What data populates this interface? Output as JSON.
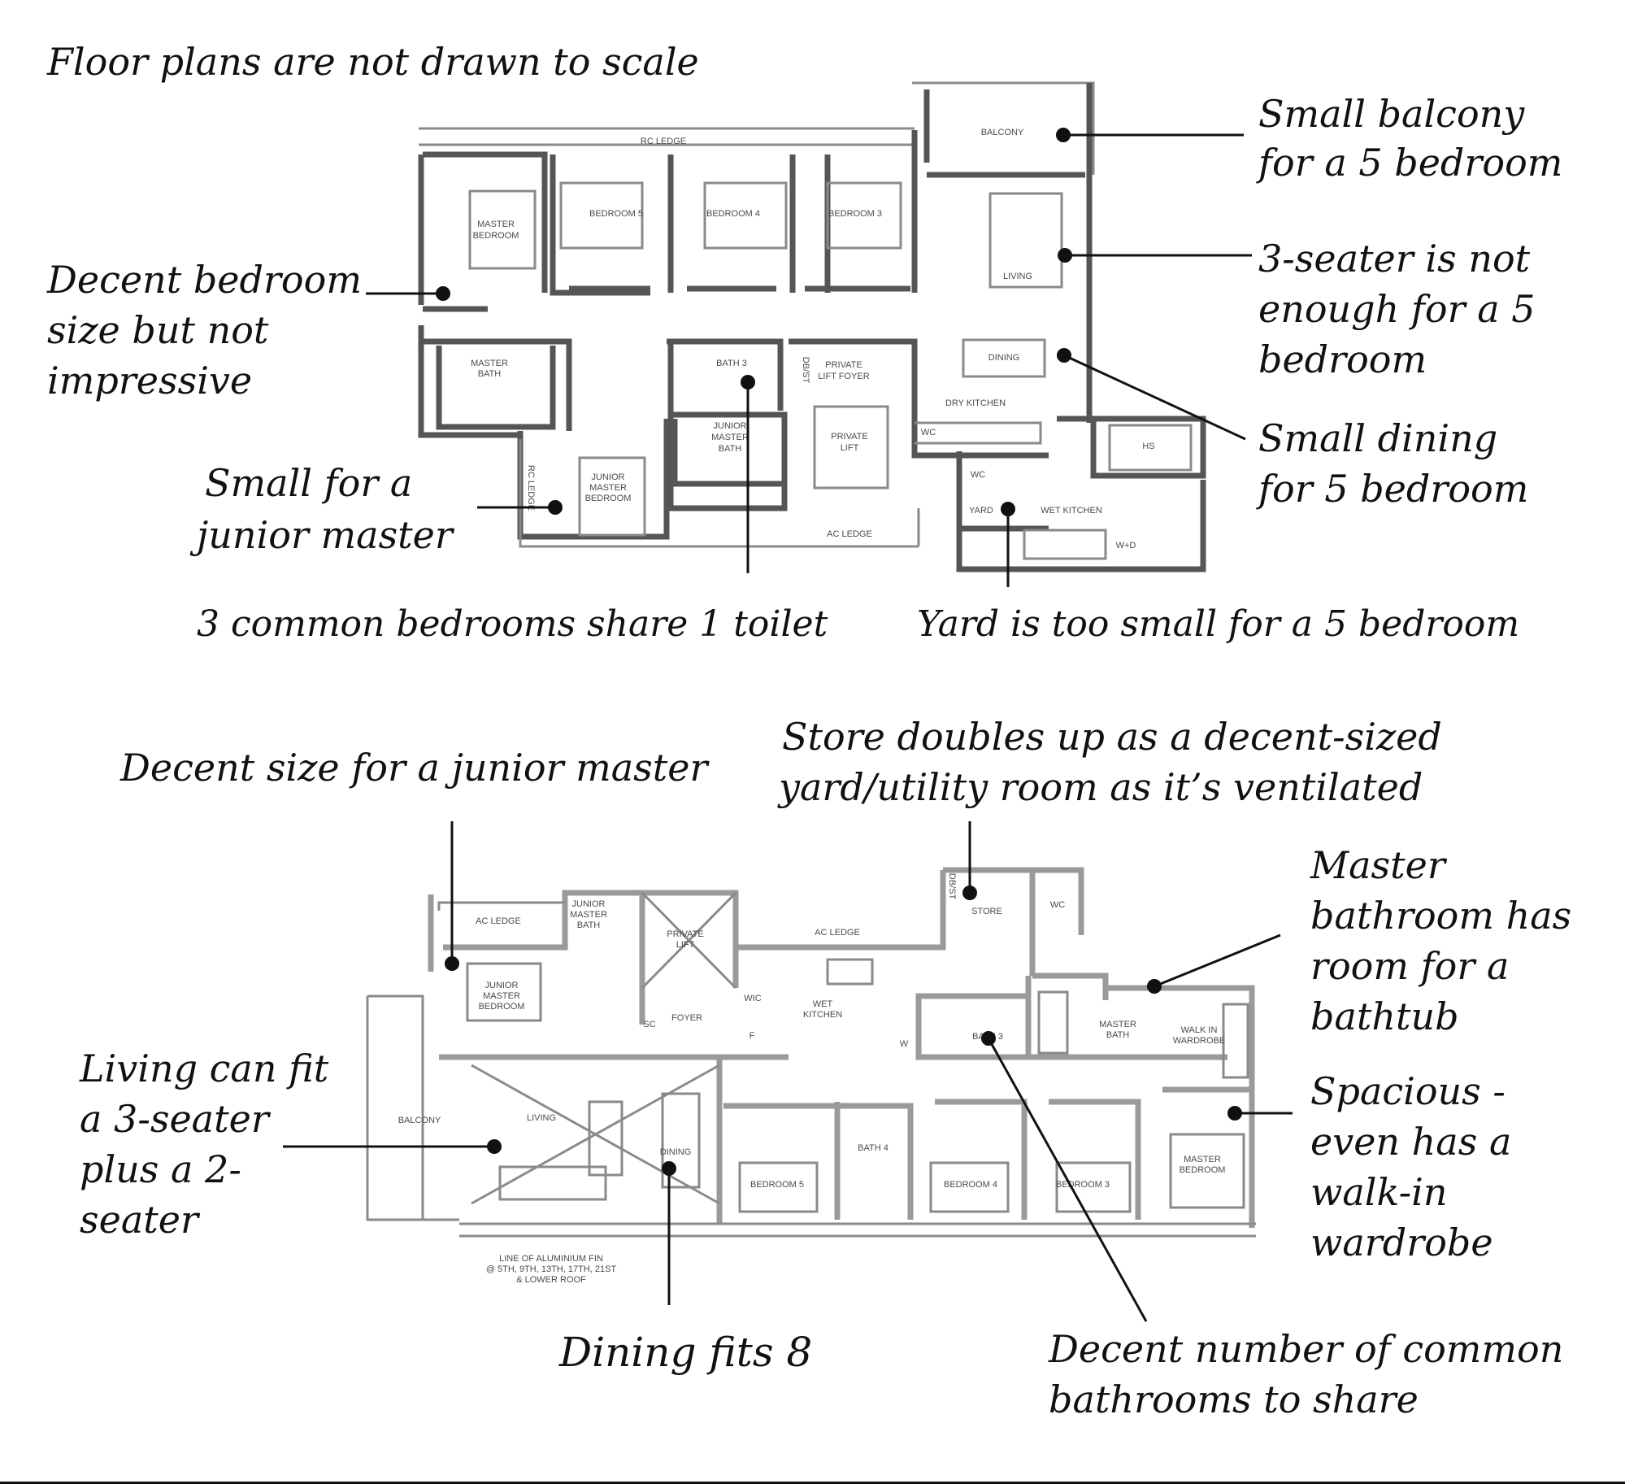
{
  "heading": "Floor plans are not drawn to scale",
  "plan1": {
    "rooms": {
      "rc_ledge_top": "RC LEDGE",
      "balcony": "BALCONY",
      "master_bedroom": [
        "MASTER",
        "BEDROOM"
      ],
      "bedroom5": "BEDROOM 5",
      "bedroom4": "BEDROOM 4",
      "bedroom3": "BEDROOM 3",
      "living": "LIVING",
      "master_bath": [
        "MASTER",
        "BATH"
      ],
      "bath3": "BATH 3",
      "db_st": "DB/ST",
      "private_lift_foyer": [
        "PRIVATE",
        "LIFT FOYER"
      ],
      "dining": "DINING",
      "dry_kitchen": "DRY KITCHEN",
      "junior_master_bath": [
        "JUNIOR",
        "MASTER",
        "BATH"
      ],
      "private_lift": [
        "PRIVATE",
        "LIFT"
      ],
      "wc_small": "WC",
      "wc": "WC",
      "hs": "HS",
      "rc_ledge_side": "RC LEDGE",
      "junior_master_bedroom": [
        "JUNIOR",
        "MASTER",
        "BEDROOM"
      ],
      "yard": "YARD",
      "wet_kitchen": "WET KITCHEN",
      "ac_ledge": "AC LEDGE",
      "wd": "W+D"
    },
    "notes": {
      "small_balcony": [
        "Small balcony",
        "for a 5 bedroom"
      ],
      "three_seater": [
        "3-seater is not",
        "enough for a 5",
        "bedroom"
      ],
      "small_dining": [
        "Small dining",
        "for 5 bedroom"
      ],
      "decent_bedroom": [
        "Decent bedroom",
        "size but not",
        "impressive"
      ],
      "small_junior": [
        "Small for a",
        "junior master"
      ],
      "common_toilet": "3 common bedrooms share 1 toilet",
      "yard_small": "Yard is too small for a 5 bedroom"
    }
  },
  "plan2": {
    "rooms": {
      "ac_ledge_left": "AC LEDGE",
      "junior_master_bath": [
        "JUNIOR",
        "MASTER",
        "BATH"
      ],
      "private_lift": [
        "PRIVATE",
        "LIFT"
      ],
      "ac_ledge_mid": "AC LEDGE",
      "db_st": "DB/ST",
      "store": "STORE",
      "wc": "WC",
      "junior_master_bedroom": [
        "JUNIOR",
        "MASTER",
        "BEDROOM"
      ],
      "sc": "SC",
      "foyer": "FOYER",
      "wic": "WIC",
      "f": "F",
      "wet_kitchen": [
        "WET",
        "KITCHEN"
      ],
      "w": "W",
      "bath3": "BATH 3",
      "master_bath": [
        "MASTER",
        "BATH"
      ],
      "walk_in_wardrobe": [
        "WALK IN",
        "WARDROBE"
      ],
      "balcony": "BALCONY",
      "living": "LIVING",
      "dining": "DINING",
      "bath4": "BATH 4",
      "bedroom5": "BEDROOM 5",
      "bedroom4": "BEDROOM 4",
      "bedroom3": "BEDROOM 3",
      "master_bedroom": [
        "MASTER",
        "BEDROOM"
      ],
      "fin_note": [
        "LINE OF ALUMINIUM FIN",
        "@ 5TH, 9TH, 13TH, 17TH, 21ST",
        "& LOWER ROOF"
      ]
    },
    "notes": {
      "junior_decent": "Decent size for a junior master",
      "store": [
        "Store doubles up as a decent-sized",
        "yard/utility room as it’s ventilated"
      ],
      "master_bath": [
        "Master",
        "bathroom has",
        "room for a",
        "bathtub"
      ],
      "living": [
        "Living can fit",
        "a 3-seater",
        "plus a 2-",
        "seater"
      ],
      "spacious": [
        "Spacious -",
        "even has a",
        "walk-in",
        "wardrobe"
      ],
      "dining": "Dining fits 8",
      "bathrooms": [
        "Decent number of common",
        "bathrooms to share"
      ]
    }
  }
}
